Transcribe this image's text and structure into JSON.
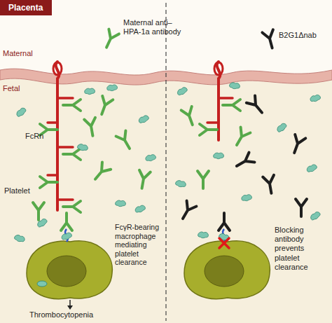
{
  "diagram": {
    "nodes": [
      {
        "text": [
          "Placenta"
        ]
      }
    ],
    "labels": [
      "Maternal",
      "Fetal",
      "Maternal anti–HPA-1a antibody",
      "B2G1Δnab",
      "FcRn",
      "Platelet",
      "FcγR-bearing macrophage mediating platelet clearance",
      "Blocking antibody prevents platelet clearance",
      "Thrombocytopenia"
    ]
  }
}
